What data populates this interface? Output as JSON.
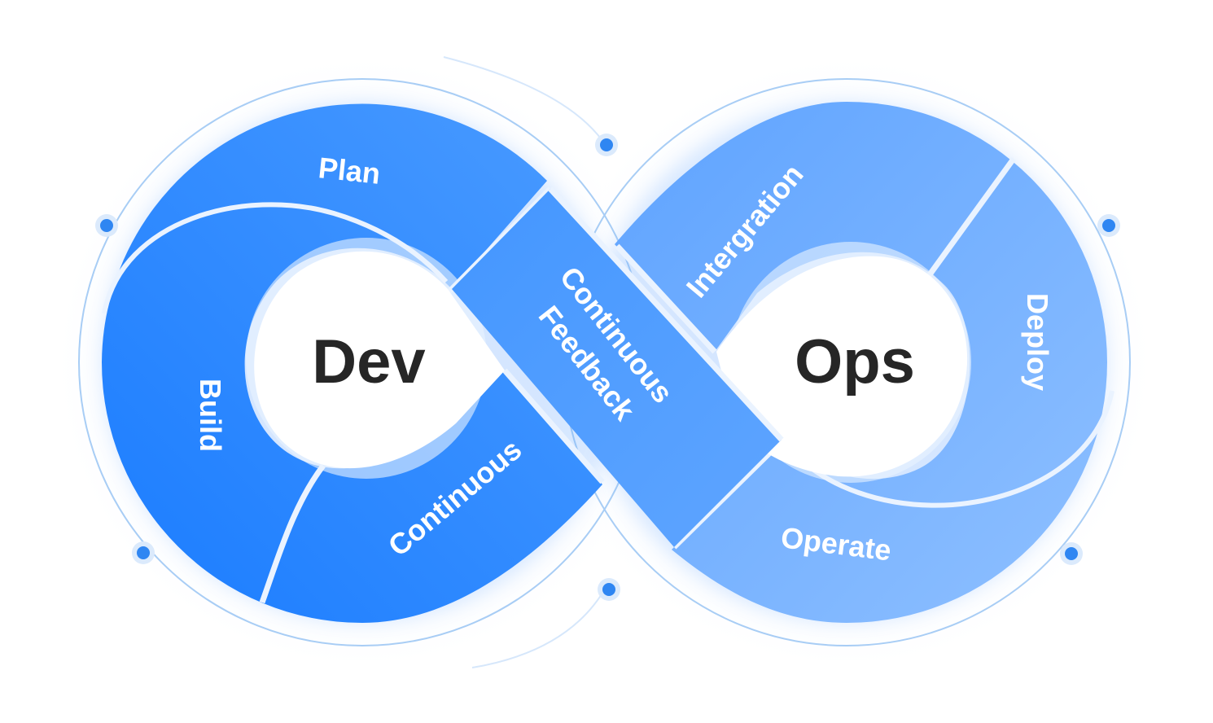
{
  "hubs": {
    "dev": "Dev",
    "ops": "Ops"
  },
  "segments": {
    "plan": "Plan",
    "build": "Build",
    "continuous": "Continuous",
    "feedback_line1": "Continuous",
    "feedback_line2": "Feedback",
    "integration": "Intergration",
    "deploy": "Deploy",
    "operate": "Operate"
  },
  "colors": {
    "dev_dark": "#1a7cff",
    "dev_light": "#4a9bff",
    "ops_dark": "#5ea3ff",
    "ops_light": "#8fc0ff",
    "ring": "#a8cdf5",
    "node": "#2f86f2",
    "hub_text": "#262626",
    "label_text": "#ffffff"
  }
}
